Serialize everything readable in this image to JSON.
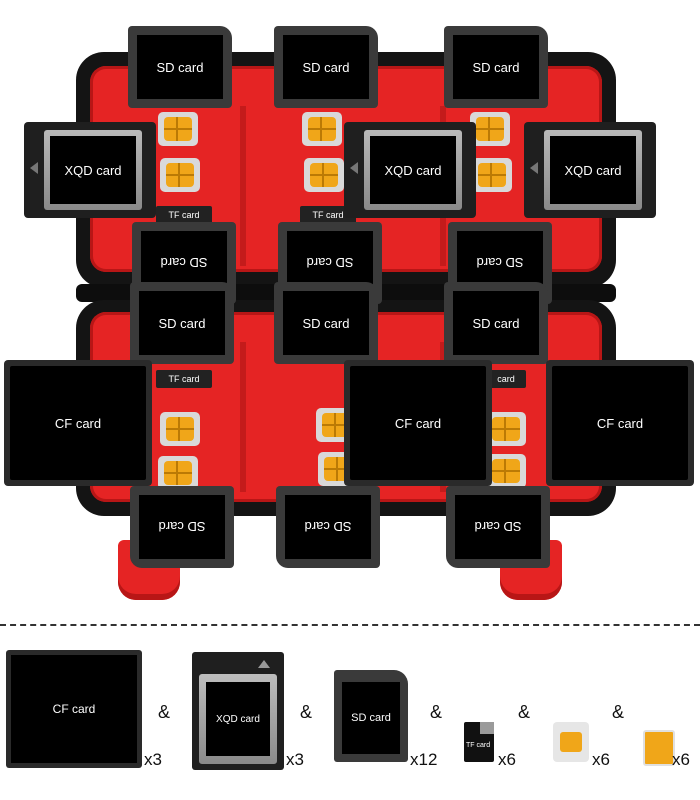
{
  "case": {
    "colors": {
      "tray": "#e52424",
      "shell": "#141414"
    },
    "top_sd_cards": [
      "SD card",
      "SD card",
      "SD card"
    ],
    "xqd_cards": [
      "XQD card",
      "XQD card",
      "XQD card"
    ],
    "top_tf_labels": [
      "TF card",
      "TF card"
    ],
    "top_flipped_sd": [
      "SD card",
      "SD card",
      "SD card"
    ],
    "mid_sd_cards": [
      "SD card",
      "SD card",
      "SD card"
    ],
    "bottom_tf_labels": [
      "TF card",
      "card"
    ],
    "cf_cards": [
      "CF card",
      "CF card",
      "CF card"
    ],
    "bottom_flipped_sd": [
      "SD card",
      "SD card",
      "SD card"
    ]
  },
  "legend": {
    "cf": {
      "label": "CF card",
      "count": "x3"
    },
    "xqd": {
      "label": "XQD card",
      "count": "x3"
    },
    "sd": {
      "label": "SD card",
      "count": "x12"
    },
    "tf": {
      "label": "TF card",
      "count": "x6"
    },
    "sim": {
      "count": "x6"
    },
    "nano_sim": {
      "count": "x6"
    },
    "separator": "&"
  }
}
